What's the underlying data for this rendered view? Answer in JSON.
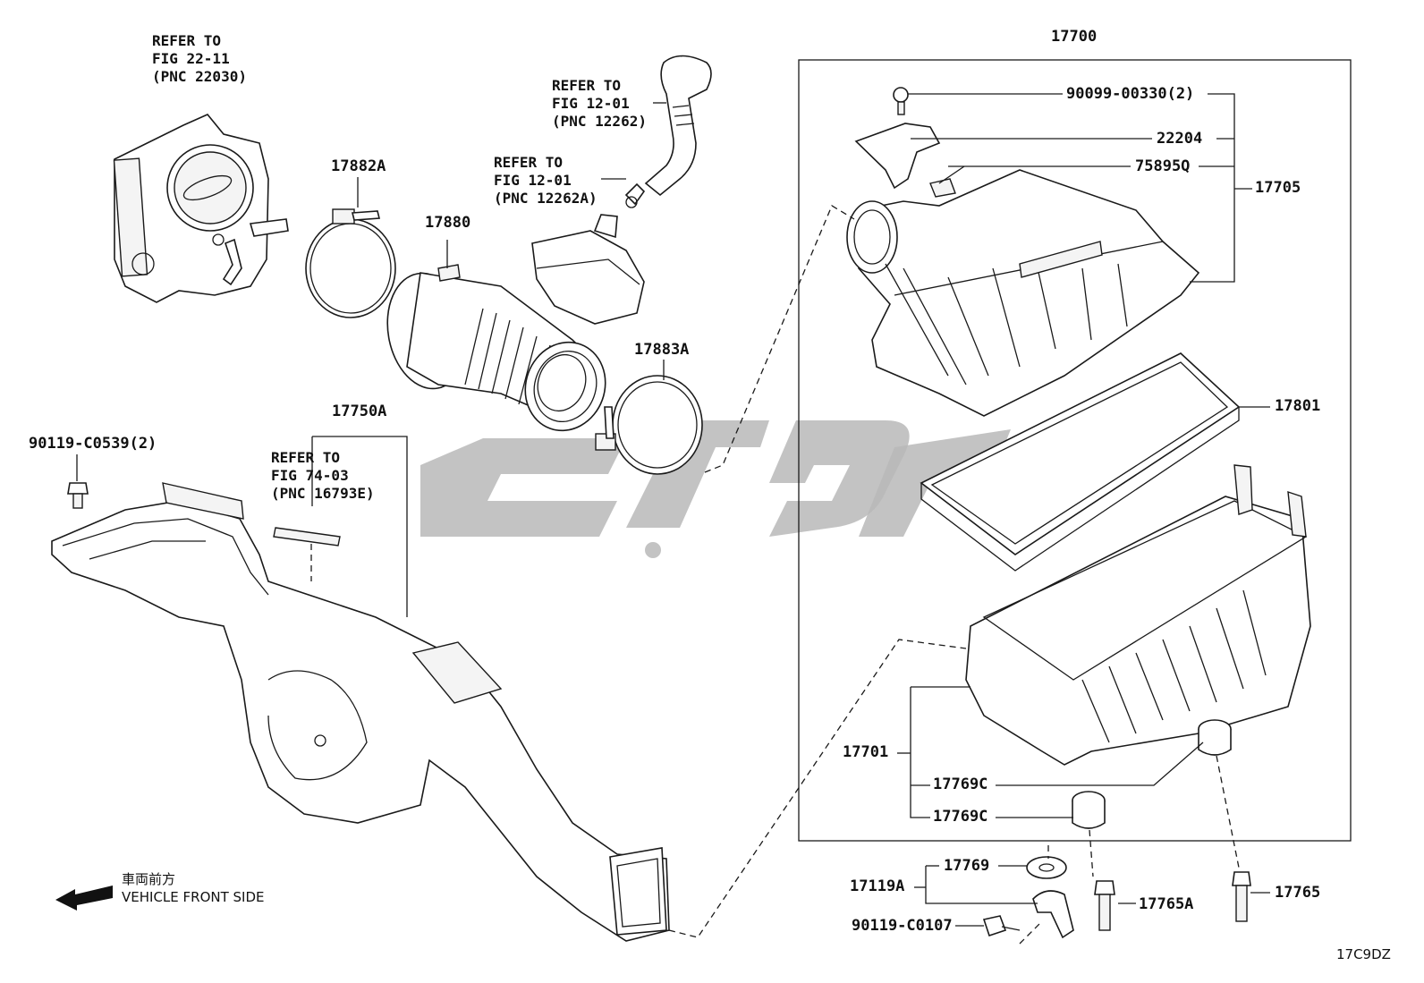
{
  "diagram": {
    "assembly_box_label": "17700",
    "sheet_code": "17C9DZ",
    "direction_note": {
      "japanese": "車両前方",
      "english": "VEHICLE FRONT SIDE"
    },
    "references": [
      {
        "line1": "REFER TO",
        "line2": "FIG 22-11",
        "line3": "(PNC 22030)"
      },
      {
        "line1": "REFER TO",
        "line2": "FIG 12-01",
        "line3": "(PNC 12262)"
      },
      {
        "line1": "REFER TO",
        "line2": "FIG 12-01",
        "line3": "(PNC 12262A)"
      },
      {
        "line1": "REFER TO",
        "line2": "FIG 74-03",
        "line3": "(PNC 16793E)"
      }
    ],
    "part_labels": {
      "p17882A": "17882A",
      "p17880": "17880",
      "p17883A": "17883A",
      "p17750A": "17750A",
      "p90119C0539": "90119-C0539(2)",
      "p90099": "90099-00330(2)",
      "p22204": "22204",
      "p75895Q": "75895Q",
      "p17705": "17705",
      "p17801": "17801",
      "p17701": "17701",
      "p17769C_a": "17769C",
      "p17769C_b": "17769C",
      "p17769": "17769",
      "p17119A": "17119A",
      "p17765A": "17765A",
      "p17765": "17765",
      "p90119C0107": "90119-C0107"
    }
  }
}
